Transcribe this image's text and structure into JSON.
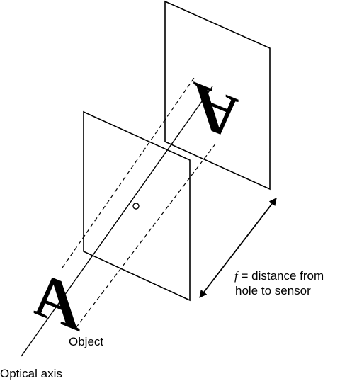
{
  "diagram": {
    "object_letter": "A",
    "image_letter": "A",
    "object_label": "Object",
    "axis_label": "Optical axis",
    "f_symbol": "f",
    "f_text_line1": " = distance from",
    "f_text_line2": "hole to sensor"
  }
}
